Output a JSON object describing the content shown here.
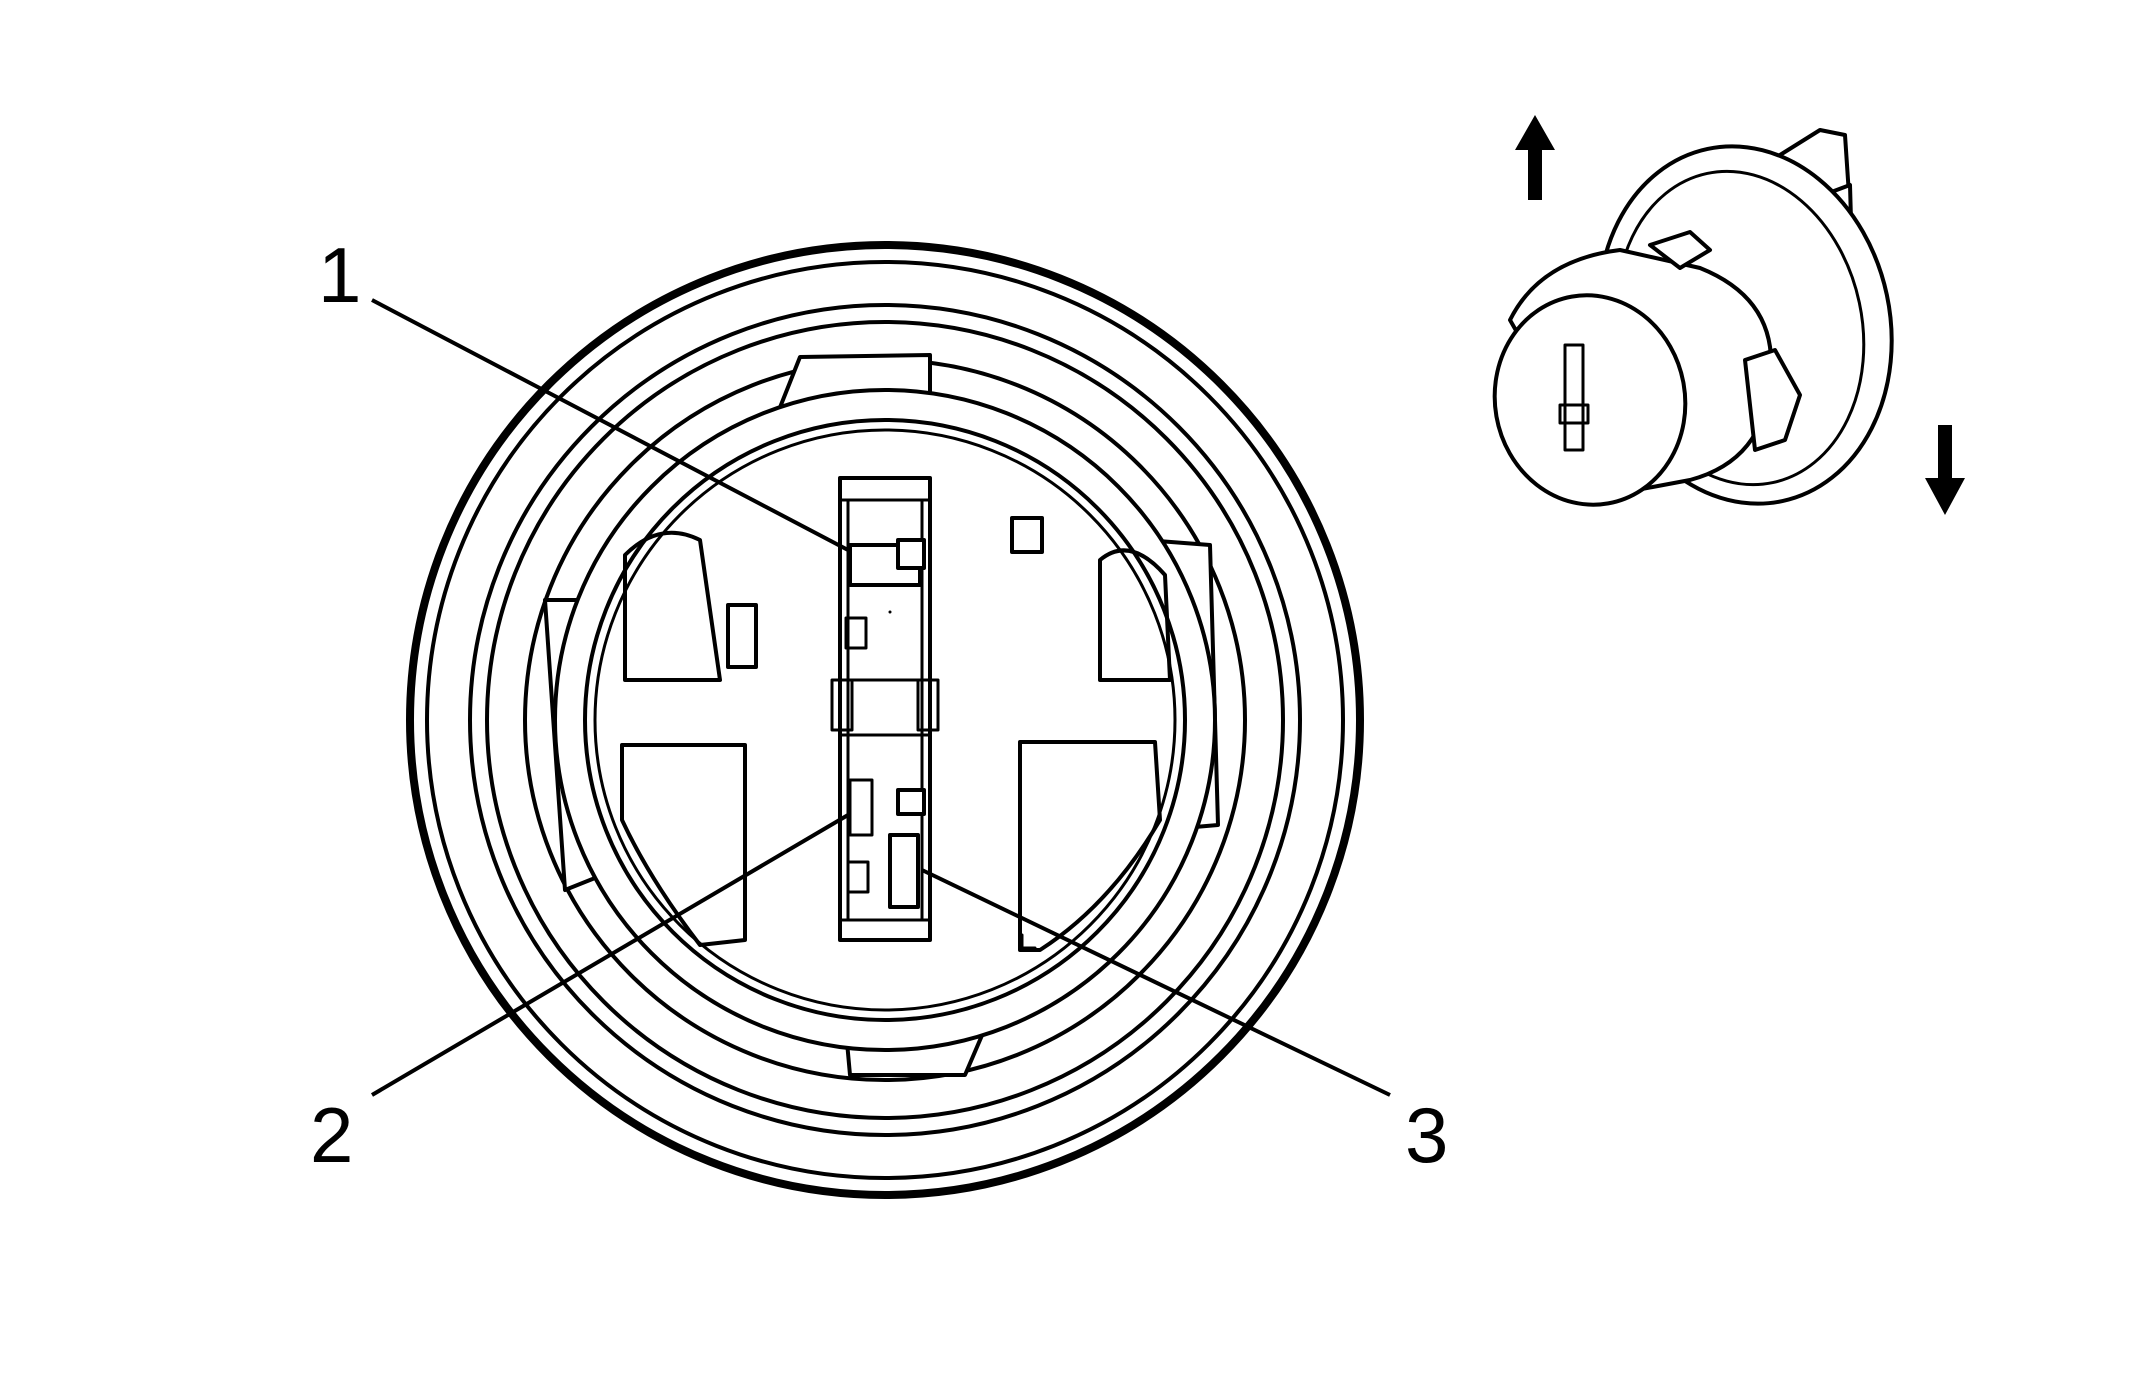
{
  "callouts": [
    {
      "id": "1",
      "label": "1"
    },
    {
      "id": "2",
      "label": "2"
    },
    {
      "id": "3",
      "label": "3"
    }
  ],
  "icons": {
    "arrow_up": "arrow-up-icon",
    "arrow_down": "arrow-down-icon"
  },
  "colors": {
    "ink": "#000000",
    "paper": "#ffffff"
  }
}
